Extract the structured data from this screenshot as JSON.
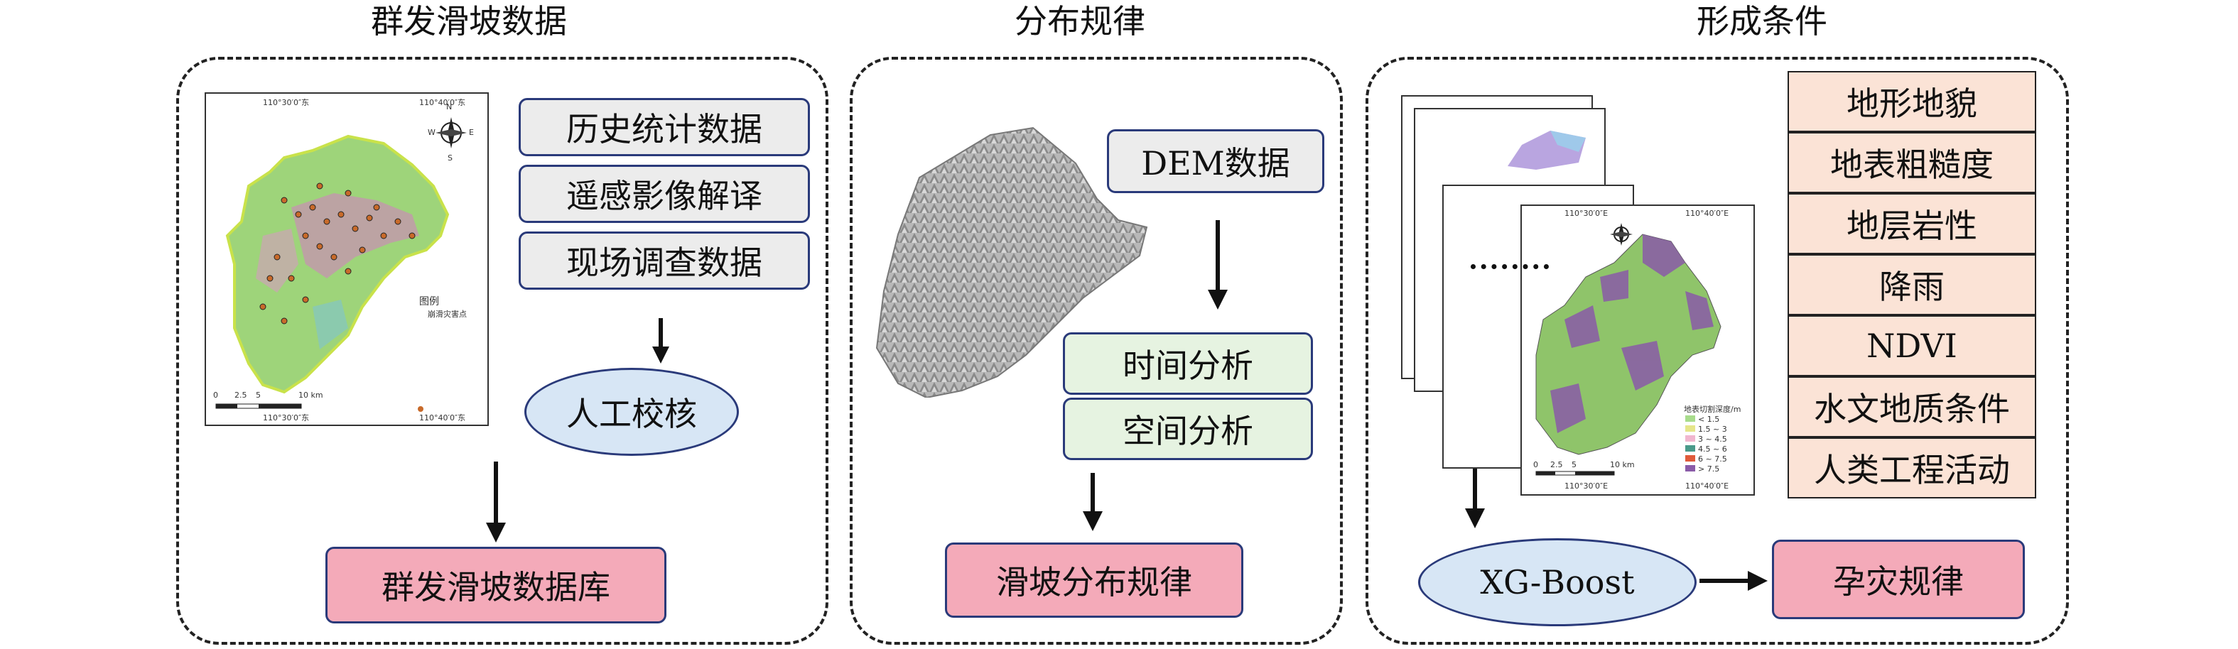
{
  "titles": {
    "left": "群发滑坡数据",
    "middle": "分布规律",
    "right": "形成条件"
  },
  "left_panel": {
    "sources": [
      "历史统计数据",
      "遥感影像解译",
      "现场调查数据"
    ],
    "check": "人工校核",
    "result": "群发滑坡数据库",
    "map": {
      "legend_title": "图例",
      "legend_item": "崩滑灾害点",
      "scale": [
        "0",
        "2.5",
        "5",
        "10 km"
      ],
      "top_labels": [
        "110°30′0″东",
        "110°40′0″东"
      ],
      "bottom_labels": [
        "110°30′0″东",
        "110°40′0″东"
      ],
      "compass": [
        "N",
        "E",
        "S",
        "W"
      ]
    }
  },
  "middle_panel": {
    "input": "DEM数据",
    "analyses": [
      "时间分析",
      "空间分析"
    ],
    "result": "滑坡分布规律"
  },
  "right_panel": {
    "factors": [
      "地形地貌",
      "地表粗糙度",
      "地层岩性",
      "降雨",
      "NDVI",
      "水文地质条件",
      "人类工程活动"
    ],
    "model": "XG-Boost",
    "result": "孕灾规律",
    "map": {
      "legend_title": "地表切割深度/m",
      "legend_items": [
        "< 1.5",
        "1.5 ~ 3",
        "3 ~ 4.5",
        "4.5 ~ 6",
        "6 ~ 7.5",
        "> 7.5"
      ],
      "scale": [
        "0",
        "2.5",
        "5",
        "10 km"
      ],
      "top_labels": [
        "110°30′0″E",
        "110°40′0″E"
      ],
      "bottom_labels": [
        "110°30′0″E",
        "110°40′0″E"
      ]
    }
  },
  "colors": {
    "source_box": "#ececec",
    "analysis_box": "#e6f3e1",
    "result_box": "#f4aab9",
    "ellipse": "#d7e6f5",
    "factor_box": "#fbe3d6",
    "border": "#2a3a7a"
  }
}
